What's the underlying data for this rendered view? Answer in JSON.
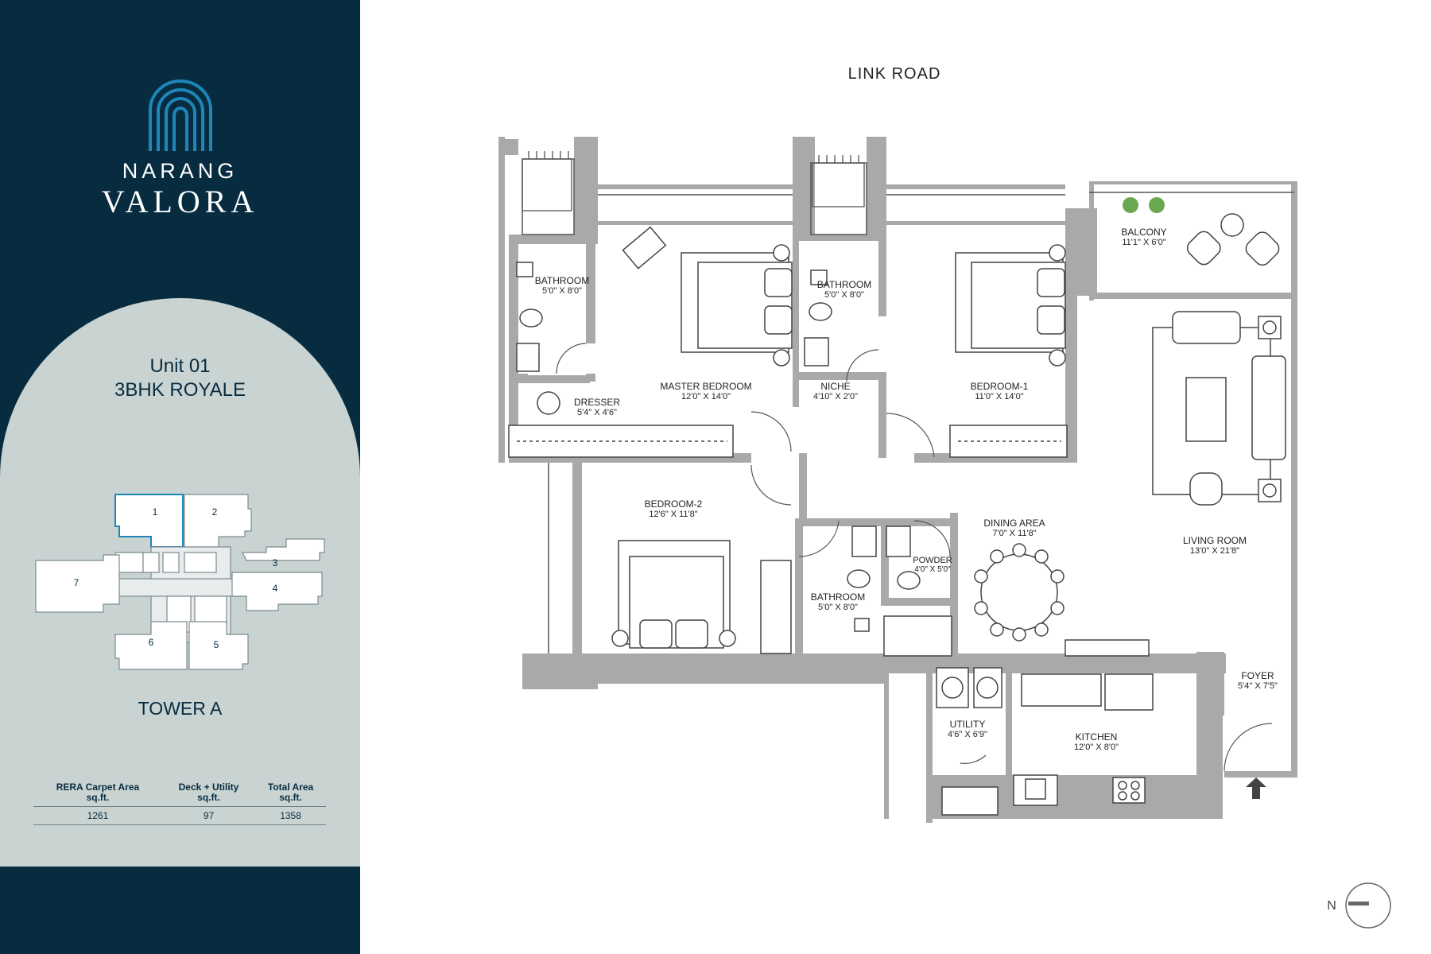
{
  "brand": {
    "line1": "NARANG",
    "line2": "VALORA"
  },
  "unit": {
    "title": "Unit 01",
    "type": "3BHK ROYALE"
  },
  "tower": "TOWER A",
  "keyplan": {
    "units": [
      "1",
      "2",
      "3",
      "4",
      "5",
      "6",
      "7"
    ],
    "highlighted": "1"
  },
  "areas": {
    "headers": [
      [
        "RERA Carpet Area",
        "sq.ft."
      ],
      [
        "Deck + Utility",
        "sq.ft."
      ],
      [
        "Total Area",
        "sq.ft."
      ]
    ],
    "values": [
      "1261",
      "97",
      "1358"
    ]
  },
  "plan": {
    "road": "LINK ROAD",
    "compass": "N",
    "rooms": [
      {
        "name": "BATHROOM",
        "dim": "5'0\" X 8'0\""
      },
      {
        "name": "MASTER BEDROOM",
        "dim": "12'0\" X 14'0\""
      },
      {
        "name": "BATHROOM",
        "dim": "5'0\" X 8'0\""
      },
      {
        "name": "BEDROOM-1",
        "dim": "11'0\" X 14'0\""
      },
      {
        "name": "BALCONY",
        "dim": "11'1\" X 6'0\""
      },
      {
        "name": "DRESSER",
        "dim": "5'4\" X 4'6\""
      },
      {
        "name": "NICHE",
        "dim": "4'10\" X 2'0\""
      },
      {
        "name": "BEDROOM-2",
        "dim": "12'6\" X 11'8\""
      },
      {
        "name": "DINING AREA",
        "dim": "7'0\" X 11'8\""
      },
      {
        "name": "LIVING ROOM",
        "dim": "13'0\" X 21'8\""
      },
      {
        "name": "POWDER",
        "dim": "4'0\" X 5'0\""
      },
      {
        "name": "BATHROOM",
        "dim": "5'0\" X 8'0\""
      },
      {
        "name": "FOYER",
        "dim": "5'4\" X 7'5\""
      },
      {
        "name": "UTILITY",
        "dim": "4'6\" X 6'9\""
      },
      {
        "name": "KITCHEN",
        "dim": "12'0\" X 8'0\""
      }
    ]
  },
  "colors": {
    "navy": "#072c40",
    "arch": "#c9d3d2",
    "logo": "#1e86b8",
    "wall": "#a9a9a9"
  }
}
